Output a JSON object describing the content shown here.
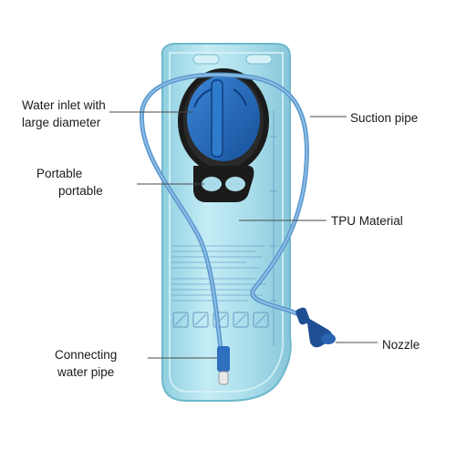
{
  "diagram": {
    "labels": {
      "inlet": [
        "Water inlet with",
        "large diameter"
      ],
      "portable": [
        "Portable",
        "portable"
      ],
      "connect": [
        "Connecting",
        "water pipe"
      ],
      "suction": "Suction pipe",
      "tpu": "TPU Material",
      "nozzle": "Nozzle"
    },
    "colors": {
      "bladder": "#a9dbe8",
      "bladder_edge": "#6fb8cc",
      "tube": "#5d9bd0",
      "cap": "#1f5fb0",
      "cap_ring": "#1b1b1b",
      "leader_line": "#4a4a4a",
      "nozzle": "#1e4f95"
    }
  }
}
